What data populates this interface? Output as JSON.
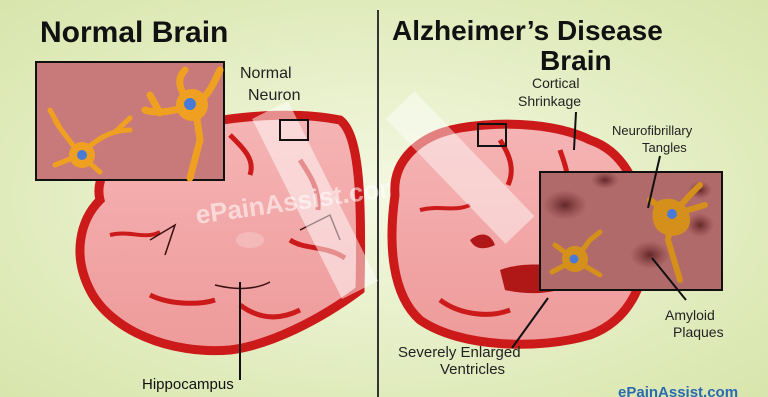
{
  "panels": {
    "left": {
      "title": "Normal Brain"
    },
    "right": {
      "title_line1": "Alzheimer’s Disease",
      "title_line2": "Brain"
    }
  },
  "labels": {
    "normal_neuron_line1": "Normal",
    "normal_neuron_line2": "Neuron",
    "hippocampus": "Hippocampus",
    "cortical_shrinkage_line1": "Cortical",
    "cortical_shrinkage_line2": "Shrinkage",
    "neurofibrillary_line1": "Neurofibrillary",
    "neurofibrillary_line2": "Tangles",
    "amyloid_line1": "Amyloid",
    "amyloid_line2": "Plaques",
    "ventricles_line1": "Severely Enlarged",
    "ventricles_line2": "Ventricles"
  },
  "watermark": "ePainAssist.com",
  "footer_brand": "ePainAssist.com",
  "colors": {
    "background": "#e8f0c8",
    "brain_fill": "#f2a0a0",
    "brain_outline": "#cc1a1a",
    "inset_bg": "#c87a7a",
    "diseased_inset_bg": "#b06a6a",
    "neuron": "#f0a020",
    "nucleus": "#4a7ad8",
    "divider": "#333333"
  }
}
